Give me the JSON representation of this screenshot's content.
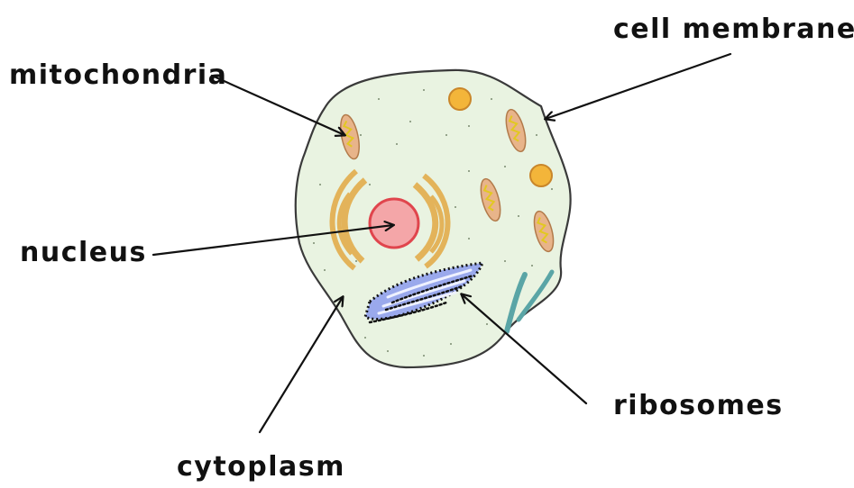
{
  "labels": {
    "cell_membrane": "cell membrane",
    "mitochondria": "mitochondria",
    "nucleus": "nucleus",
    "ribosomes": "ribosomes",
    "cytoplasm": "cytoplasm"
  },
  "colors": {
    "cytoplasm_fill": "#e9f3e1",
    "membrane_stroke": "#3a3a3a",
    "nucleus_fill": "#f4a6a8",
    "nucleus_stroke": "#e0454d",
    "golgi": "#e3b35a",
    "mitochondria_outer": "#e8b48a",
    "mitochondria_inner": "#f3e046",
    "vesicle": "#f3b53a",
    "er": "#9aa9ec",
    "ribosome_dots": "#1a1a1a",
    "filament": "#5aa5a6",
    "arrow": "#111111"
  }
}
